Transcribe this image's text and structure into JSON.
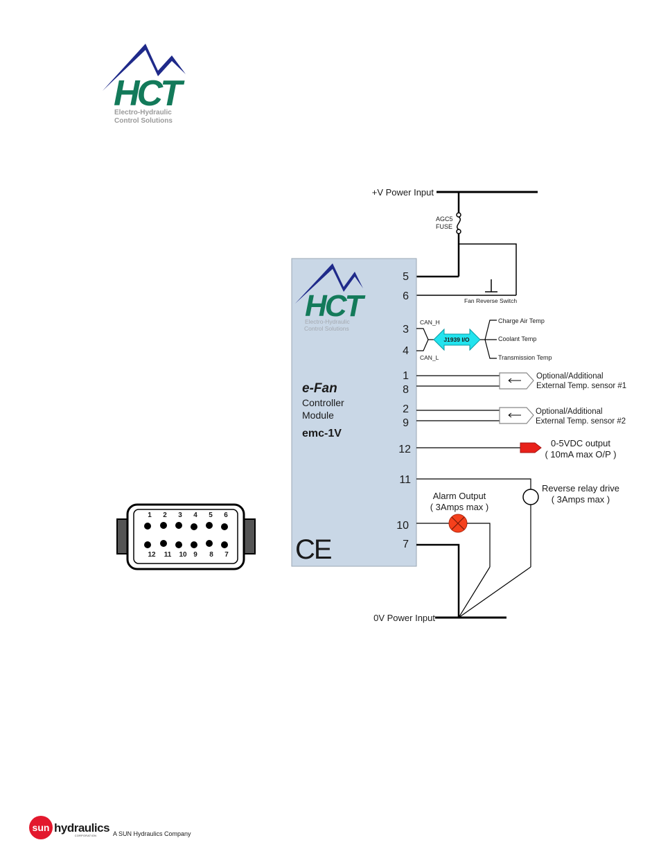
{
  "header_logo": {
    "brand": "HCT",
    "tagline_line1": "Electro-Hydraulic",
    "tagline_line2": "Control Solutions"
  },
  "rails": {
    "positive": "+V Power Input",
    "ground": "0V Power Input"
  },
  "fuse": {
    "line1": "AGC5",
    "line2": "FUSE"
  },
  "switch_label": "Fan Reverse Switch",
  "module": {
    "logo_brand": "HCT",
    "logo_tagline1": "Electro-Hydraulic",
    "logo_tagline2": "Control Solutions",
    "name": "e-Fan",
    "line2": "Controller",
    "line3": "Module",
    "model": "emc-1V",
    "ce_mark": "CE"
  },
  "pins": {
    "p5": "5",
    "p6": "6",
    "p3": "3",
    "p4": "4",
    "p1": "1",
    "p8": "8",
    "p2": "2",
    "p9": "9",
    "p12": "12",
    "p11": "11",
    "p10": "10",
    "p7": "7"
  },
  "can": {
    "high": "CAN_H",
    "low": "CAN_L",
    "bus": "J1939 I/O",
    "targets": [
      "Charge Air Temp",
      "Coolant Temp",
      "Transmission Temp"
    ]
  },
  "sensor1": {
    "line1": "Optional/Additional",
    "line2": "External Temp. sensor #1"
  },
  "sensor2": {
    "line1": "Optional/Additional",
    "line2": "External Temp. sensor #2"
  },
  "analog_out": {
    "line1": "0-5VDC output",
    "line2": "( 10mA max O/P )"
  },
  "relay": {
    "line1": "Reverse relay drive",
    "line2": "( 3Amps max )"
  },
  "alarm": {
    "line1": "Alarm Output",
    "line2": "( 3Amps max )"
  },
  "connector": {
    "top_row": [
      "1",
      "2",
      "3",
      "4",
      "5",
      "6"
    ],
    "bottom_row": [
      "12",
      "11",
      "10",
      "9",
      "8",
      "7"
    ]
  },
  "footer": {
    "brand_sun": "sun",
    "brand_hydraulics": "hydraulics",
    "brand_corp": "CORPORATION",
    "tagline": "A SUN Hydraulics Company"
  },
  "colors": {
    "hct_green": "#137a5a",
    "hct_blue": "#1f2a8a",
    "module_fill": "#c9d7e6",
    "can_arrow": "#22e3ee",
    "output_red": "#e8211a",
    "alarm_orange": "#f5401c",
    "sun_red": "#e3182d"
  }
}
